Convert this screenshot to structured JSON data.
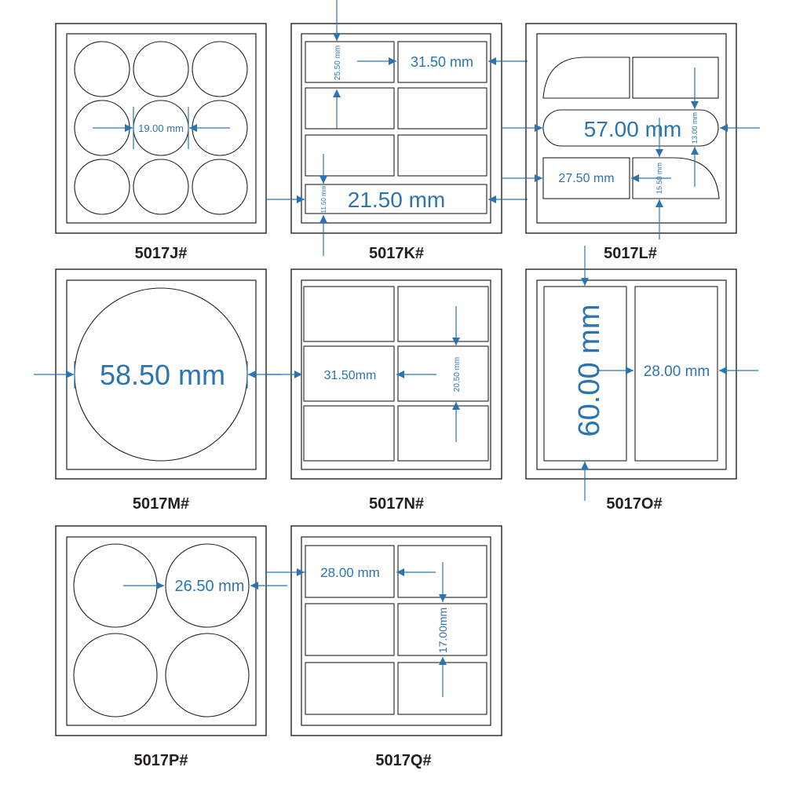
{
  "colors": {
    "line": "#231f20",
    "dimension": "#2b74b3",
    "background": "#ffffff"
  },
  "labels": {
    "j": "5017J#",
    "k": "5017K#",
    "l": "5017L#",
    "m": "5017M#",
    "n": "5017N#",
    "o": "5017O#",
    "p": "5017P#",
    "q": "5017Q#"
  },
  "dims": {
    "j_width": "19.00 mm",
    "k_width": "31.50 mm",
    "k_height": "25.50 mm",
    "k_bar_width": "21.50 mm",
    "k_bar_height": "11.50 mm",
    "l_oval_width": "57.00 mm",
    "l_oval_height": "13.00 mm",
    "l_rect_width": "27.50 mm",
    "l_rect_height": "15.50 mm",
    "m_diameter": "58.50 mm",
    "n_width": "31.50mm",
    "n_height": "20.50 mm",
    "o_height": "60.00 mm",
    "o_width": "28.00 mm",
    "p_diameter": "26.50 mm",
    "q_width": "28.00 mm",
    "q_height": "17.00mm"
  }
}
